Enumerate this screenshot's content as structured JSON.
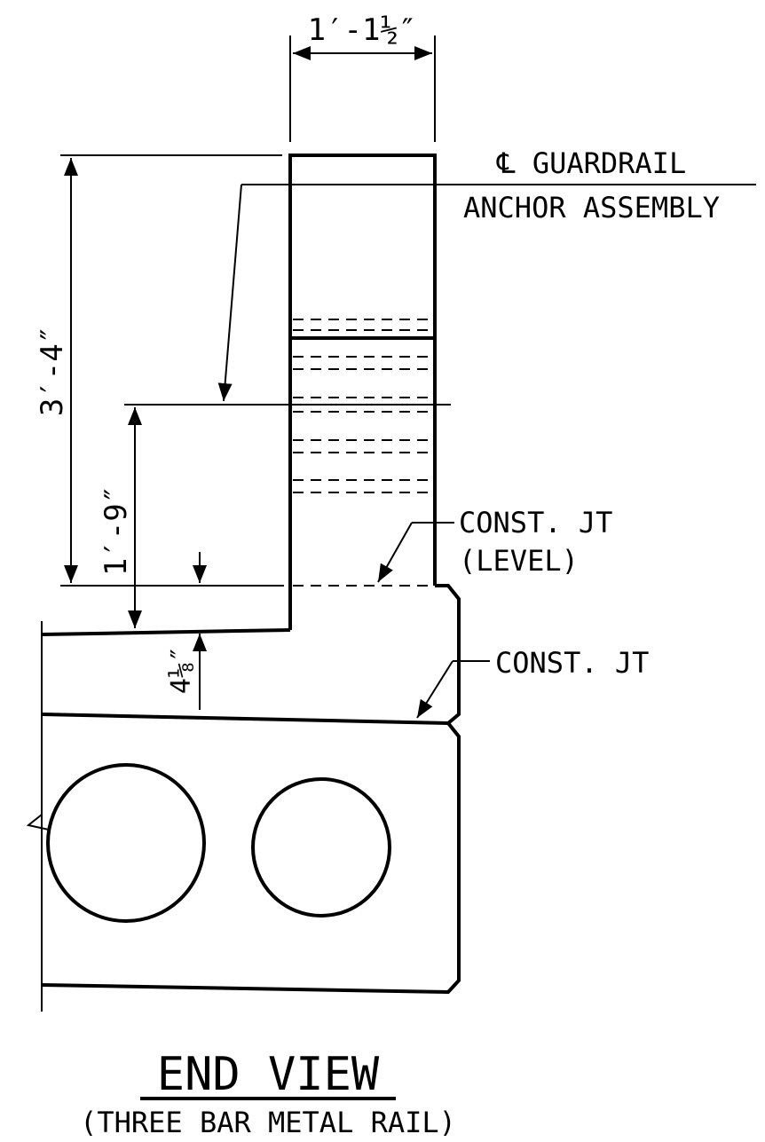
{
  "drawing": {
    "dim_width": "1′-1½″",
    "dim_height_total": "3′-4″",
    "dim_height_anchor": "1′-9″",
    "dim_slab": "4⅛″",
    "labels": {
      "guardrail_line1": "℄ GUARDRAIL",
      "guardrail_line2": "ANCHOR ASSEMBLY",
      "const_jt_level_line1": "CONST. JT",
      "const_jt_level_line2": "(LEVEL)",
      "const_jt": "CONST. JT"
    },
    "title": "END VIEW",
    "subtitle": "(THREE BAR METAL RAIL)"
  }
}
